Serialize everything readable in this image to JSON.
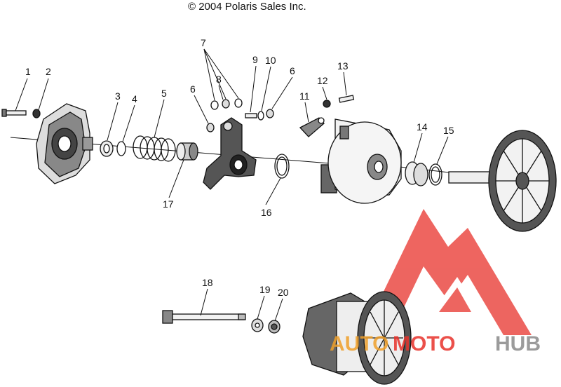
{
  "copyright": "© 2004 Polaris Sales Inc.",
  "callouts": {
    "c1": "1",
    "c2": "2",
    "c3": "3",
    "c4": "4",
    "c5": "5",
    "c6a": "6",
    "c6b": "6",
    "c7": "7",
    "c8": "8",
    "c9": "9",
    "c10": "10",
    "c11": "11",
    "c12": "12",
    "c13": "13",
    "c14": "14",
    "c15": "15",
    "c16": "16",
    "c17": "17",
    "c18": "18",
    "c19": "19",
    "c20": "20"
  },
  "watermark": {
    "part1": "AUTO",
    "part2": "MOTO",
    "part3": "HUB",
    "color_red": "#e8322b",
    "color_orange": "#f0a02a",
    "color_gray": "#8a8a8a"
  }
}
